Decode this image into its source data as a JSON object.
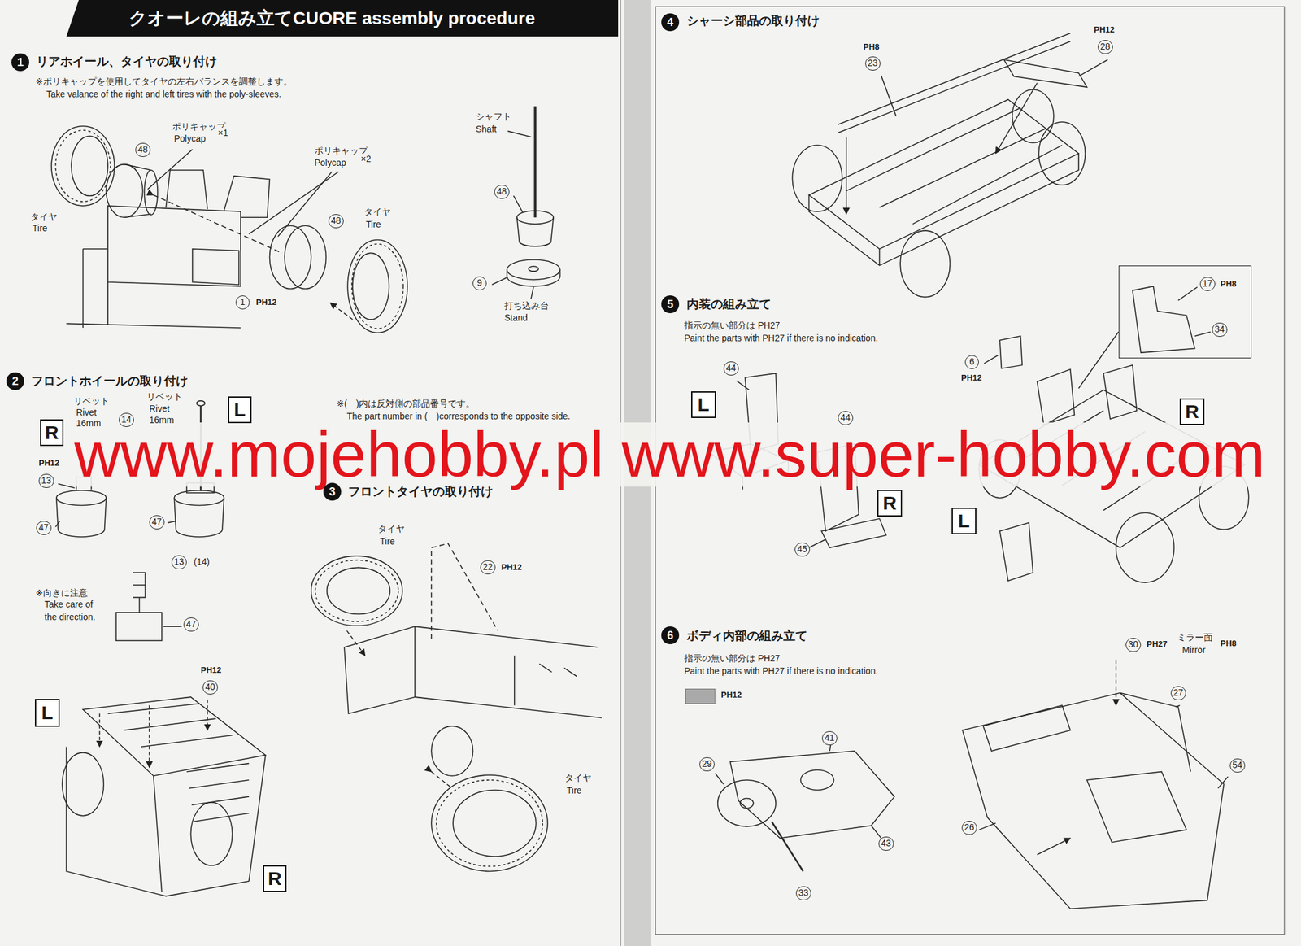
{
  "diagram": {
    "title": "クオーレの組み立てCUORE assembly procedure",
    "nodes": [
      {
        "text": [
          "R"
        ]
      },
      {
        "text": [
          "L"
        ]
      },
      {
        "text": [
          "L"
        ]
      },
      {
        "text": [
          "R"
        ]
      },
      {
        "text": [
          "17",
          "PH8",
          "34"
        ]
      },
      {
        "text": [
          "L"
        ]
      },
      {
        "text": [
          "R"
        ]
      },
      {
        "text": [
          "R"
        ]
      },
      {
        "text": [
          "L"
        ]
      }
    ],
    "labels": [
      "1",
      "リアホイール、タイヤの取り付け",
      "※ポリキャップを使用してタイヤの左右バランスを調整します。",
      "Take valance of the right and left tires with the poly-sleeves.",
      "ポリキャップ",
      "Polycap",
      "×1",
      "48",
      "ポリキャップ",
      "Polycap",
      "×2",
      "タイヤ",
      "Tire",
      "48",
      "タイヤ",
      "Tire",
      "1",
      "PH12",
      "シャフト",
      "Shaft",
      "48",
      "9",
      "打ち込み台",
      "Stand",
      "2",
      "フロントホイールの取り付け",
      "※(　)内は反対側の部品番号です。",
      "The part number in (　)corresponds to the opposite side.",
      "リベット",
      "Rivet",
      "16mm",
      "リベット",
      "Rivet",
      "16mm",
      "PH12",
      "13",
      "14",
      "47",
      "47",
      "13",
      "(14)",
      "※向きに注意",
      "Take care of",
      "the direction.",
      "47",
      "PH12",
      "40",
      "3",
      "フロントタイヤの取り付け",
      "タイヤ",
      "Tire",
      "22",
      "PH12",
      "タイヤ",
      "Tire",
      "4",
      "シャーシ部品の取り付け",
      "PH8",
      "23",
      "PH12",
      "28",
      "5",
      "内装の組み立て",
      "指示の無い部分は PH27",
      "Paint the parts with PH27 if there is no indication.",
      "6",
      "PH12",
      "44",
      "44",
      "45",
      "6",
      "ボディ内部の組み立て",
      "指示の無い部分は PH27",
      "Paint the parts with PH27 if there is no indication.",
      "30",
      "PH27",
      "ミラー面",
      "Mirror",
      "PH8",
      "27",
      "41",
      "29",
      "54",
      "43",
      "26",
      "33",
      "www.mojehobby.pl www.super-hobby.com"
    ],
    "legend": [
      {
        "text": "PH12",
        "color": "#a9a9a9"
      }
    ]
  }
}
